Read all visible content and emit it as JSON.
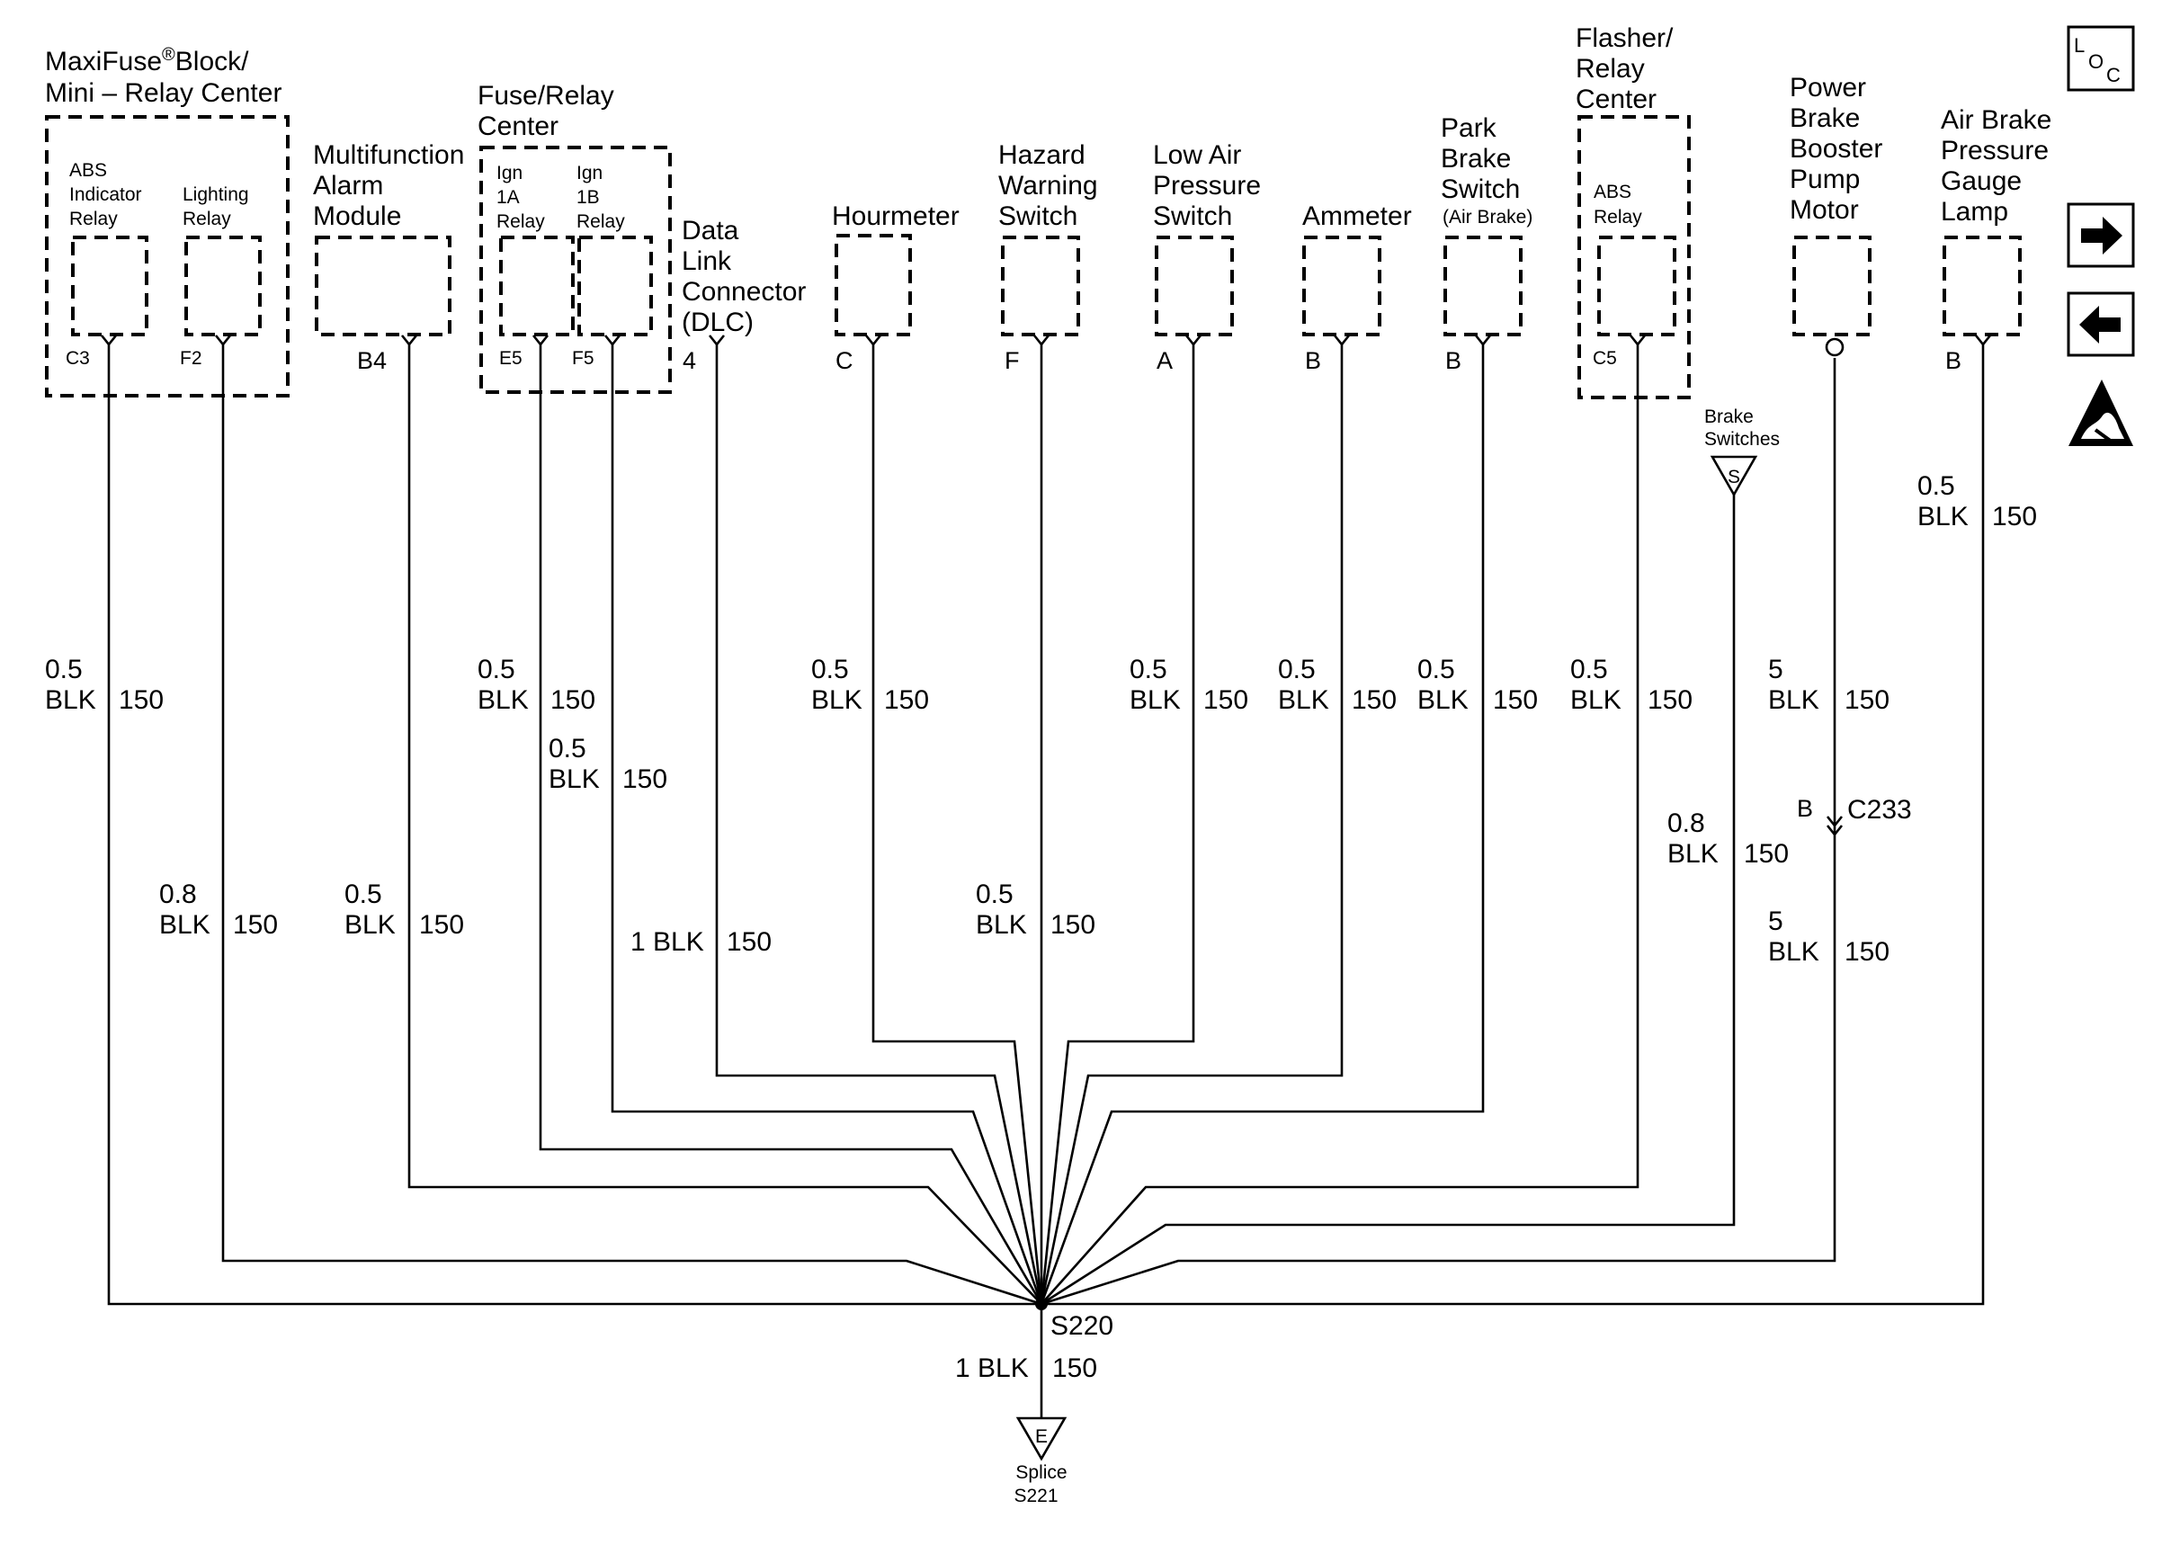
{
  "labels": {
    "maxifuse_l1": "MaxiFuse",
    "maxifuse_reg": "®",
    "maxifuse_l1b": "Block/",
    "maxifuse_l2": "Mini – Relay Center",
    "abs_ind_1": "ABS",
    "abs_ind_2": "Indicator",
    "abs_ind_3": "Relay",
    "lighting_1": "Lighting",
    "lighting_2": "Relay",
    "multi_1": "Multifunction",
    "multi_2": "Alarm",
    "multi_3": "Module",
    "fuse_relay_1": "Fuse/Relay",
    "fuse_relay_2": "Center",
    "ign1a_1": "Ign",
    "ign1a_2": "1A",
    "ign1a_3": "Relay",
    "ign1b_1": "Ign",
    "ign1b_2": "1B",
    "ign1b_3": "Relay",
    "dlc_1": "Data",
    "dlc_2": "Link",
    "dlc_3": "Connector",
    "dlc_4": "(DLC)",
    "hourmeter": "Hourmeter",
    "hazard_1": "Hazard",
    "hazard_2": "Warning",
    "hazard_3": "Switch",
    "lowair_1": "Low Air",
    "lowair_2": "Pressure",
    "lowair_3": "Switch",
    "ammeter": "Ammeter",
    "park_1": "Park",
    "park_2": "Brake",
    "park_3": "Switch",
    "park_4": "(Air Brake)",
    "flasher_1": "Flasher/",
    "flasher_2": "Relay",
    "flasher_3": "Center",
    "abs_relay_1": "ABS",
    "abs_relay_2": "Relay",
    "power_1": "Power",
    "power_2": "Brake",
    "power_3": "Booster",
    "power_4": "Pump",
    "power_5": "Motor",
    "airgauge_1": "Air Brake",
    "airgauge_2": "Pressure",
    "airgauge_3": "Gauge",
    "airgauge_4": "Lamp",
    "brake_sw_1": "Brake",
    "brake_sw_2": "Switches",
    "brake_sw_tag": "S",
    "splice_tag": "E",
    "splice_1": "Splice",
    "splice_2": "S221",
    "s220": "S220",
    "c233": "C233",
    "c233_pin": "B",
    "loc_l": "L",
    "loc_o": "O",
    "loc_c": "C"
  },
  "pins": {
    "abs_ind": "C3",
    "lighting": "F2",
    "multi": "B4",
    "ign1a": "E5",
    "ign1b": "F5",
    "dlc": "4",
    "hourmeter": "C",
    "hazard": "F",
    "lowair": "A",
    "ammeter": "B",
    "park": "B",
    "abs_relay": "C5",
    "airgauge": "B"
  },
  "wires": {
    "abs_ind": {
      "size": "0.5",
      "color": "BLK",
      "circuit": "150"
    },
    "lighting": {
      "size": "0.8",
      "color": "BLK",
      "circuit": "150"
    },
    "multi": {
      "size": "0.5",
      "color": "BLK",
      "circuit": "150"
    },
    "ign1a": {
      "size": "0.5",
      "color": "BLK",
      "circuit": "150"
    },
    "ign1b": {
      "size": "0.5",
      "color": "BLK",
      "circuit": "150"
    },
    "dlc": {
      "label": "1 BLK",
      "circuit": "150"
    },
    "hourmeter": {
      "size": "0.5",
      "color": "BLK",
      "circuit": "150"
    },
    "hazard": {
      "size": "0.5",
      "color": "BLK",
      "circuit": "150"
    },
    "lowair": {
      "size": "0.5",
      "color": "BLK",
      "circuit": "150"
    },
    "ammeter": {
      "size": "0.5",
      "color": "BLK",
      "circuit": "150"
    },
    "park": {
      "size": "0.5",
      "color": "BLK",
      "circuit": "150"
    },
    "abs_relay": {
      "size": "0.5",
      "color": "BLK",
      "circuit": "150"
    },
    "brake_sw": {
      "size": "0.8",
      "color": "BLK",
      "circuit": "150"
    },
    "power_top": {
      "size": "5",
      "color": "BLK",
      "circuit": "150"
    },
    "power_bot": {
      "size": "5",
      "color": "BLK",
      "circuit": "150"
    },
    "airgauge": {
      "size": "0.5",
      "color": "BLK",
      "circuit": "150"
    },
    "splice": {
      "label": "1 BLK",
      "circuit": "150"
    }
  },
  "icons": {
    "loc": "location-icon",
    "next": "arrow-right-icon",
    "prev": "arrow-left-icon",
    "esd": "esd-warning-icon"
  }
}
